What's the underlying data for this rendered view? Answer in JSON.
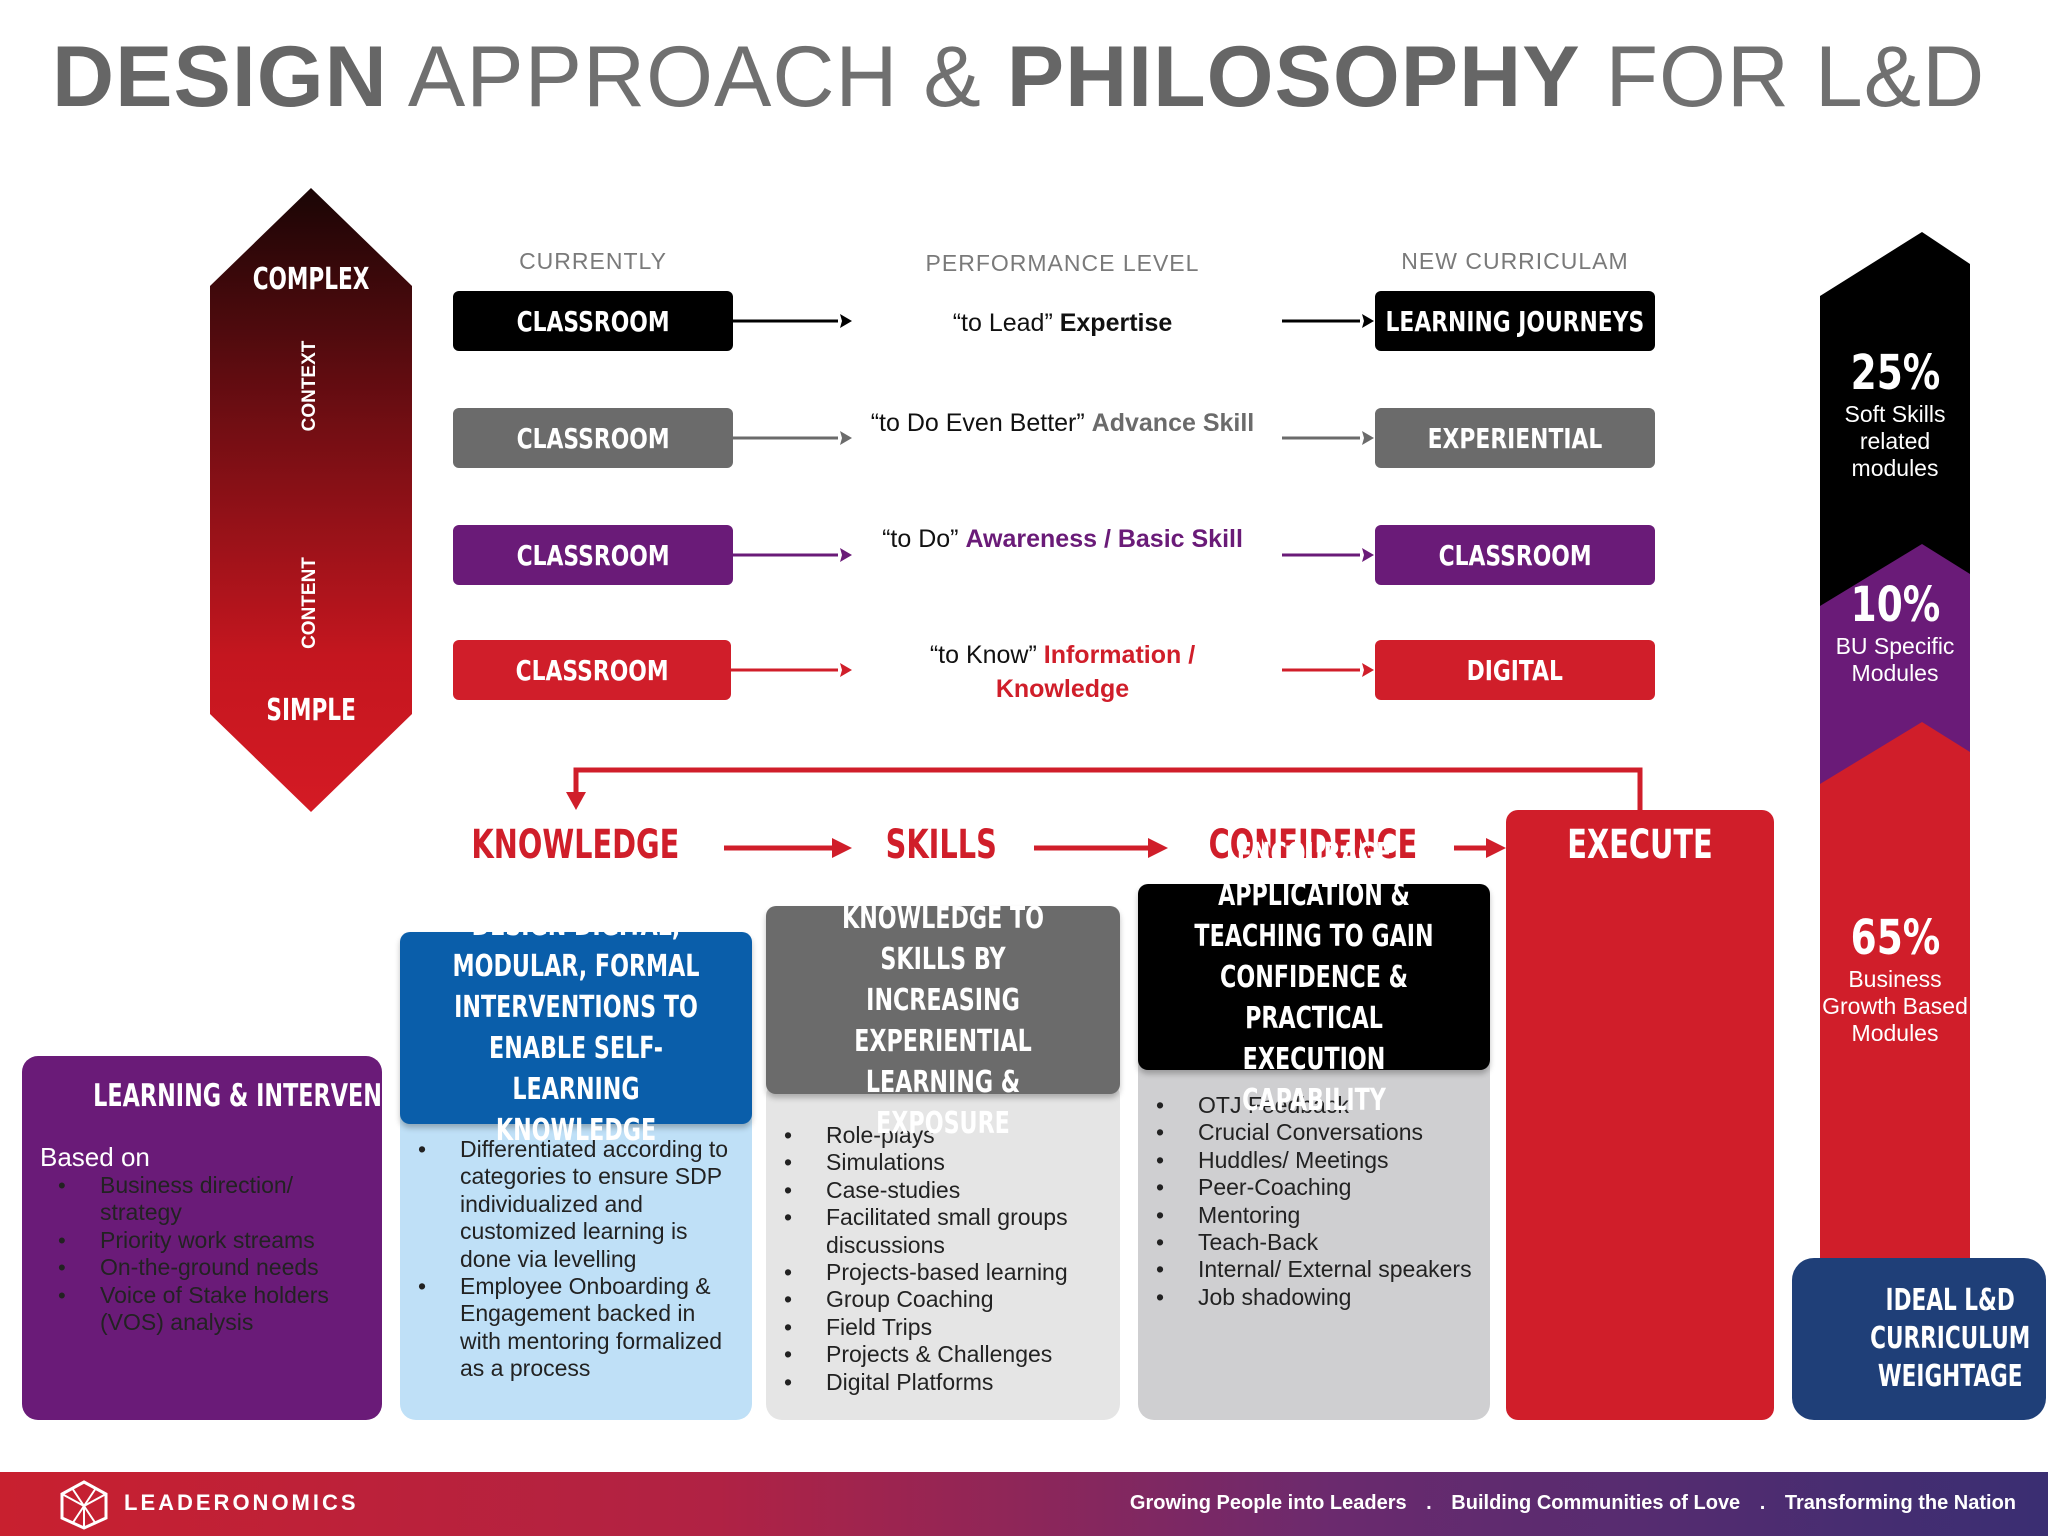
{
  "title": {
    "part1": "DESIGN",
    "part2": " APPROACH & ",
    "part3": "PHILOSOPHY",
    "part4": " FOR L&D"
  },
  "columns": {
    "current": "CURRENTLY",
    "performance": "PERFORMANCE LEVEL",
    "new": "NEW CURRICULAM"
  },
  "left_arrow": {
    "top": "COMPLEX",
    "context": "CONTEXT",
    "content": "CONTENT",
    "bottom": "SIMPLE"
  },
  "rows": [
    {
      "current": "CLASSROOM",
      "quote": "“to Lead”",
      "level": "Expertise",
      "new": "LEARNING JOURNEYS",
      "color": "#000000"
    },
    {
      "current": "CLASSROOM",
      "quote": "“to Do Even Better”",
      "level": "Advance Skill",
      "new": "EXPERIENTIAL",
      "color": "#6b6b6b"
    },
    {
      "current": "CLASSROOM",
      "quote": "“to Do”",
      "level": "Awareness / Basic Skill",
      "new": "CLASSROOM",
      "color": "#6a1b78"
    },
    {
      "current": "CLASSROOM",
      "quote": "“to Know”",
      "level": "Information / Knowledge",
      "new": "DIGITAL",
      "color": "#d01e2a"
    }
  ],
  "stages": {
    "knowledge": "KNOWLEDGE",
    "skills": "SKILLS",
    "confidence": "CONFIDENCE",
    "execute": "EXECUTE"
  },
  "learning_interventions": {
    "title": "LEARNING & INTERVENTIONS",
    "subtitle": "Based on",
    "items": [
      "Business direction/ strategy",
      "Priority work streams",
      "On-the-ground needs",
      "Voice of Stake holders (VOS) analysis"
    ]
  },
  "knowledge_box": {
    "heading": "DESIGN DIGITAL, MODULAR, FORMAL INTERVENTIONS TO ENABLE SELF-LEARNING KNOWLEDGE",
    "items": [
      "Differentiated according to categories to ensure SDP individualized and customized learning is done via levelling",
      "Employee Onboarding & Engagement backed in with mentoring formalized as a process"
    ]
  },
  "skills_box": {
    "heading": "CONVERT KNOWLEDGE TO SKILLS BY INCREASING EXPERIENTIAL LEARNING & EXPOSURE",
    "items": [
      "Role-plays",
      "Simulations",
      "Case-studies",
      "Facilitated small groups discussions",
      "Projects-based learning",
      "Group Coaching",
      "Field Trips",
      "Projects & Challenges",
      "Digital Platforms"
    ]
  },
  "confidence_box": {
    "heading": "ENCOURAGE APPLICATION & TEACHING TO GAIN CONFIDENCE & PRACTICAL EXECUTION CAPABILITY",
    "items": [
      "OTJ Feedback",
      "Crucial Conversations",
      "Huddles/ Meetings",
      "Peer-Coaching",
      "Mentoring",
      "Teach-Back",
      "Internal/ External speakers",
      "Job shadowing"
    ]
  },
  "weightage": {
    "segments": [
      {
        "value": "25%",
        "label": "Soft Skills related modules"
      },
      {
        "value": "10%",
        "label": "BU Specific Modules"
      },
      {
        "value": "65%",
        "label": "Business Growth Based Modules"
      }
    ],
    "caption": "IDEAL L&D CURRICULUM WEIGHTAGE"
  },
  "footer": {
    "brand": "LEADERONOMICS",
    "tagline1": "Growing People into Leaders",
    "tagline2": "Building Communities of Love",
    "tagline3": "Transforming the Nation",
    "sep": "."
  }
}
